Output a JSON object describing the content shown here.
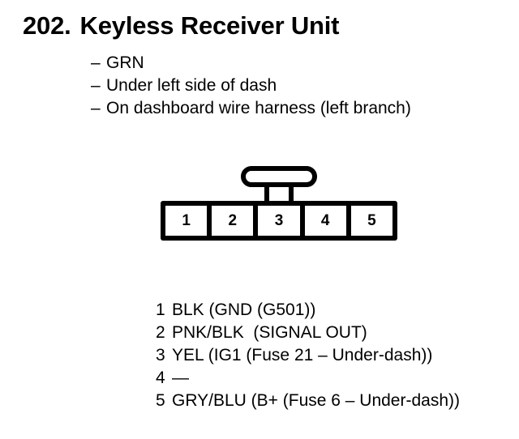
{
  "title": {
    "number": "202.",
    "name": "Keyless Receiver Unit"
  },
  "notes": [
    {
      "dash": "–",
      "text": "GRN"
    },
    {
      "dash": "–",
      "text": "Under left side of dash"
    },
    {
      "dash": "–",
      "text": "On dashboard wire harness (left branch)"
    }
  ],
  "connector": {
    "pins": [
      {
        "number": "1"
      },
      {
        "number": "2"
      },
      {
        "number": "3"
      },
      {
        "number": "4"
      },
      {
        "number": "5"
      }
    ]
  },
  "pin_legend": [
    {
      "number": "1",
      "description": "BLK (GND (G501))"
    },
    {
      "number": "2",
      "description": "PNK/BLK  (SIGNAL OUT)"
    },
    {
      "number": "3",
      "description": "YEL (IG1 (Fuse 21 – Under-dash))"
    },
    {
      "number": "4",
      "description": "—"
    },
    {
      "number": "5",
      "description": "GRY/BLU (B+ (Fuse 6 – Under-dash))"
    }
  ],
  "colors": {
    "ink": "#000000",
    "paper": "#ffffff"
  }
}
